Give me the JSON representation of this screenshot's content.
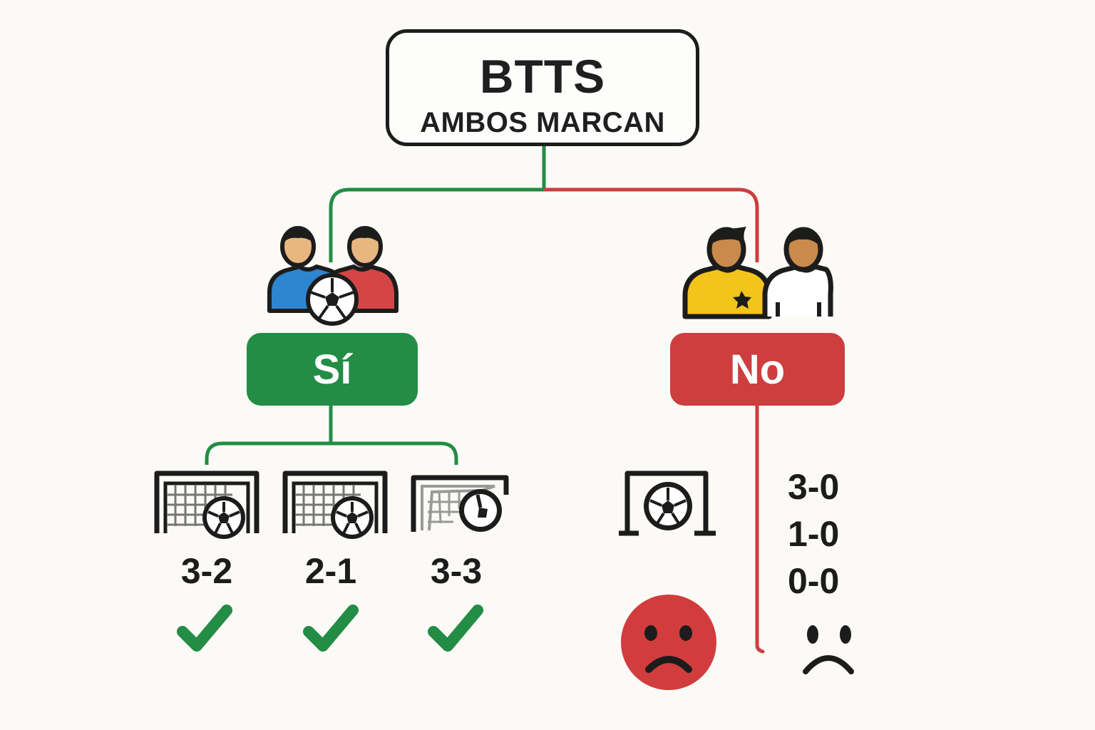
{
  "root": {
    "title": "BTTS",
    "subtitle": "AMBOS MARCAN"
  },
  "branches": {
    "yes": {
      "label": "Sí",
      "color": "#238c45",
      "icon": "two-players-with-ball-icon",
      "outcomes": [
        {
          "score": "3-2",
          "icon": "goal-net-ball-icon",
          "result_icon": "checkmark-icon"
        },
        {
          "score": "2-1",
          "icon": "goal-net-ball-icon",
          "result_icon": "checkmark-icon"
        },
        {
          "score": "3-3",
          "icon": "goal-net-ball-icon",
          "result_icon": "checkmark-icon"
        }
      ]
    },
    "no": {
      "label": "No",
      "color": "#cd3e3e",
      "icon": "two-players-icon",
      "goal_icon": "goal-ball-icon",
      "sad_icon": "sad-face-red-icon",
      "scores": [
        "3-0",
        "1-0",
        "0-0"
      ],
      "result_icon": "sad-face-outline-icon"
    }
  },
  "colors": {
    "background": "#fbfaf6",
    "text": "#1c1c1c",
    "yes": "#238c45",
    "no": "#cd3e3e"
  }
}
